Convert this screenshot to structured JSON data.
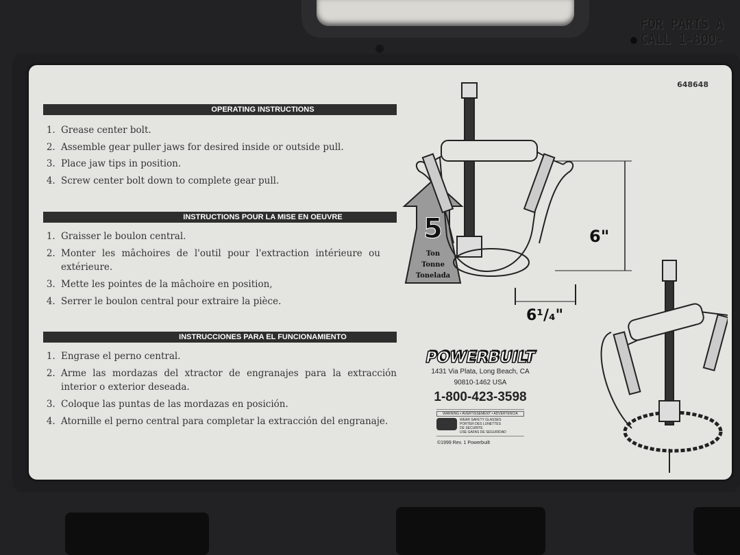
{
  "case": {
    "emboss_line1": "FOR PARTS A",
    "emboss_line2": "CALL 1-800-"
  },
  "label": {
    "part_number": "648648",
    "sections": [
      {
        "title": "OPERATING INSTRUCTIONS",
        "items": [
          "Grease center bolt.",
          "Assemble gear puller jaws for desired inside or outside pull.",
          "Place jaw tips in position.",
          "Screw center bolt down to complete gear pull."
        ]
      },
      {
        "title": "INSTRUCTIONS POUR LA MISE EN OEUVRE",
        "items": [
          "Graisser le boulon central.",
          "Monter les mâchoires de l'outil pour l'extraction intérieure ou extérieure.",
          "Mette les pointes de la mâchoire en position,",
          "Serrer le boulon central pour extraire la pièce."
        ]
      },
      {
        "title": "INSTRUCCIONES PARA EL FUNCIONAMIENTO",
        "items": [
          "Engrase el perno central.",
          "Arme las mordazas del xtractor de engranajes para la extracción interior o exterior deseada.",
          "Coloque las puntas de las mordazas en posición.",
          "Atornille el perno central para completar la extracción del engranaje."
        ]
      }
    ],
    "capacity": {
      "number": "5",
      "line1": "Ton",
      "line2": "Tonne",
      "line3": "Tonelada"
    },
    "dimensions": {
      "height": "6\"",
      "width": "6¹/₄\""
    },
    "brand": {
      "logo": "POWERBUILT",
      "address1": "1431 Via Plata,  Long Beach, CA",
      "address2": "90810-1462 USA",
      "phone": "1-800-423-3598",
      "warning_title": "WARNING • AVERTISSEMENT • ADVERTENCIA",
      "warning_lines": [
        "WEAR SAFETY GLASSES",
        "PORTER DES LUNETTES",
        "DE SECURITE",
        "USE GAFAS DE SEGURIDAD"
      ],
      "copyright": "©1999 Rev. 1 Powerbuilt"
    }
  }
}
